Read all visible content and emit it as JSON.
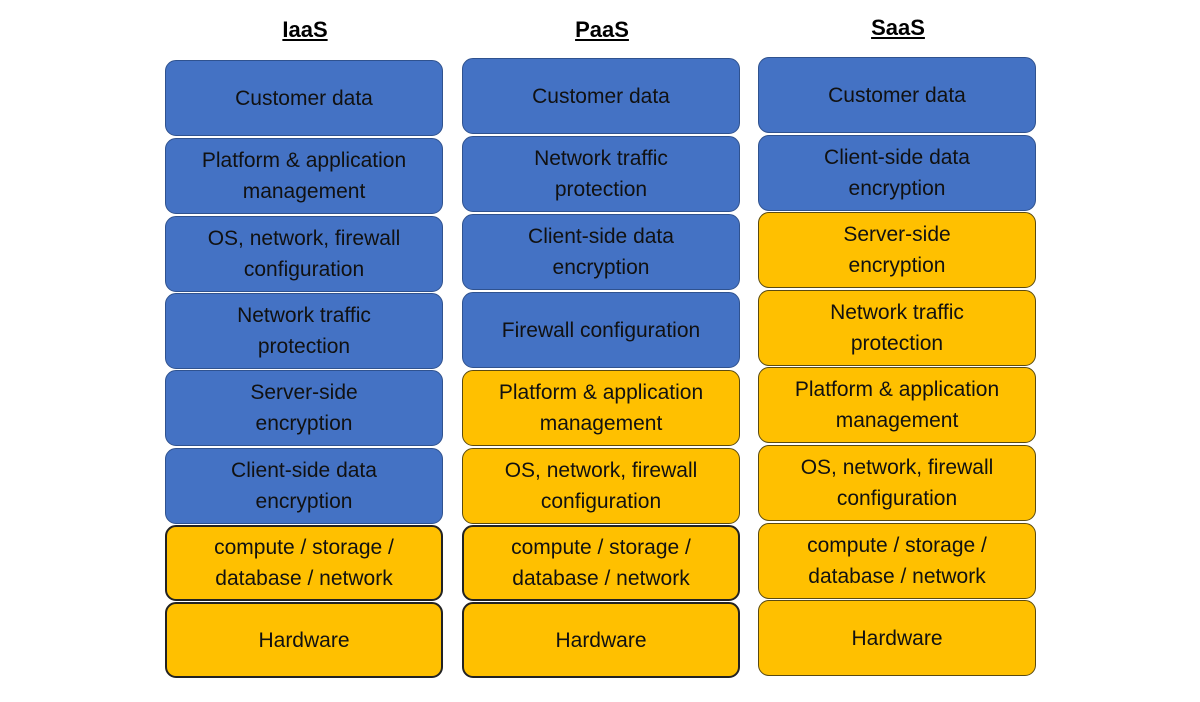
{
  "colors": {
    "customer_responsibility": "#4472c4",
    "provider_responsibility": "#ffc000"
  },
  "columns": [
    {
      "title": "IaaS",
      "layers": [
        {
          "label": "Customer data",
          "owner": "customer"
        },
        {
          "label": "Platform & application\nmanagement",
          "owner": "customer"
        },
        {
          "label": "OS, network, firewall\nconfiguration",
          "owner": "customer"
        },
        {
          "label": "Network traffic\nprotection",
          "owner": "customer"
        },
        {
          "label": "Server-side\nencryption",
          "owner": "customer"
        },
        {
          "label": "Client-side data\nencryption",
          "owner": "customer"
        },
        {
          "label": "compute / storage /\ndatabase / network",
          "owner": "provider"
        },
        {
          "label": "Hardware",
          "owner": "provider"
        }
      ]
    },
    {
      "title": "PaaS",
      "layers": [
        {
          "label": "Customer data",
          "owner": "customer"
        },
        {
          "label": "Network traffic\nprotection",
          "owner": "customer"
        },
        {
          "label": "Client-side data\nencryption",
          "owner": "customer"
        },
        {
          "label": "Firewall configuration",
          "owner": "customer"
        },
        {
          "label": "Platform & application\nmanagement",
          "owner": "provider"
        },
        {
          "label": "OS, network, firewall\nconfiguration",
          "owner": "provider"
        },
        {
          "label": "compute / storage /\ndatabase / network",
          "owner": "provider"
        },
        {
          "label": "Hardware",
          "owner": "provider"
        }
      ]
    },
    {
      "title": "SaaS",
      "layers": [
        {
          "label": "Customer data",
          "owner": "customer"
        },
        {
          "label": "Client-side data\nencryption",
          "owner": "customer"
        },
        {
          "label": "Server-side\nencryption",
          "owner": "provider"
        },
        {
          "label": "Network traffic\nprotection",
          "owner": "provider"
        },
        {
          "label": "Platform & application\nmanagement",
          "owner": "provider"
        },
        {
          "label": "OS, network, firewall\nconfiguration",
          "owner": "provider"
        },
        {
          "label": "compute / storage /\ndatabase / network",
          "owner": "provider"
        },
        {
          "label": "Hardware",
          "owner": "provider"
        }
      ]
    }
  ]
}
